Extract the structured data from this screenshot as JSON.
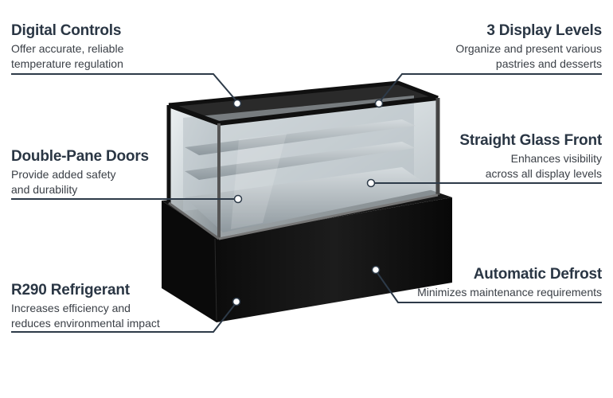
{
  "features": {
    "digital_controls": {
      "title": "Digital Controls",
      "line1": "Offer accurate, reliable",
      "line2": "temperature regulation"
    },
    "display_levels": {
      "title": "3 Display Levels",
      "line1": "Organize and present various",
      "line2": "pastries and desserts"
    },
    "double_pane": {
      "title": "Double-Pane Doors",
      "line1": "Provide added safety",
      "line2": "and durability"
    },
    "straight_glass": {
      "title": "Straight Glass Front",
      "line1": "Enhances visibility",
      "line2": "across all display levels"
    },
    "defrost": {
      "title": "Automatic Defrost",
      "line1": "Minimizes maintenance requirements"
    },
    "refrigerant": {
      "title": "R290 Refrigerant",
      "line1": "Increases efficiency and",
      "line2": "reduces environmental impact"
    }
  },
  "colors": {
    "callout_line": "#2d3a48",
    "case_black": "#111111",
    "glass": "#c9d2d6",
    "shelf": "#a7b0b5"
  }
}
